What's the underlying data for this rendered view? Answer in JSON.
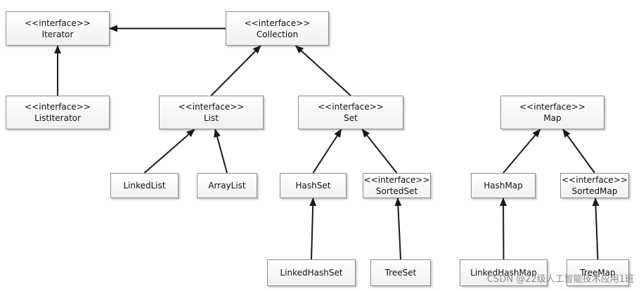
{
  "stereotype": "<<interface>>",
  "nodes": [
    {
      "id": "iterator",
      "name": "Iterator",
      "interface": true
    },
    {
      "id": "collection",
      "name": "Collection",
      "interface": true
    },
    {
      "id": "listiterator",
      "name": "ListIterator",
      "interface": true
    },
    {
      "id": "list",
      "name": "List",
      "interface": true
    },
    {
      "id": "set",
      "name": "Set",
      "interface": true
    },
    {
      "id": "map",
      "name": "Map",
      "interface": true
    },
    {
      "id": "linkedlist",
      "name": "LinkedList",
      "interface": false
    },
    {
      "id": "arraylist",
      "name": "ArrayList",
      "interface": false
    },
    {
      "id": "hashset",
      "name": "HashSet",
      "interface": false
    },
    {
      "id": "sortedset",
      "name": "SortedSet",
      "interface": true
    },
    {
      "id": "hashmap",
      "name": "HashMap",
      "interface": false
    },
    {
      "id": "sortedmap",
      "name": "SortedMap",
      "interface": true
    },
    {
      "id": "linkedhashset",
      "name": "LinkedHashSet",
      "interface": false
    },
    {
      "id": "treeset",
      "name": "TreeSet",
      "interface": false
    },
    {
      "id": "linkedhashmap",
      "name": "LinkedHashMap",
      "interface": false
    },
    {
      "id": "treemap",
      "name": "TreeMap",
      "interface": false
    }
  ],
  "edges": [
    {
      "from": "collection",
      "to": "iterator"
    },
    {
      "from": "listiterator",
      "to": "iterator"
    },
    {
      "from": "list",
      "to": "collection"
    },
    {
      "from": "set",
      "to": "collection"
    },
    {
      "from": "linkedlist",
      "to": "list"
    },
    {
      "from": "arraylist",
      "to": "list"
    },
    {
      "from": "hashset",
      "to": "set"
    },
    {
      "from": "sortedset",
      "to": "set"
    },
    {
      "from": "linkedhashset",
      "to": "hashset"
    },
    {
      "from": "treeset",
      "to": "sortedset"
    },
    {
      "from": "hashmap",
      "to": "map"
    },
    {
      "from": "sortedmap",
      "to": "map"
    },
    {
      "from": "linkedhashmap",
      "to": "hashmap"
    },
    {
      "from": "treemap",
      "to": "sortedmap"
    }
  ],
  "watermark": "CSDN @22级人工智能技术应用1班",
  "colors": {
    "line": "#1a1a1a",
    "box_border": "#8c8c8c",
    "box_fill": "#f4f4f4"
  }
}
